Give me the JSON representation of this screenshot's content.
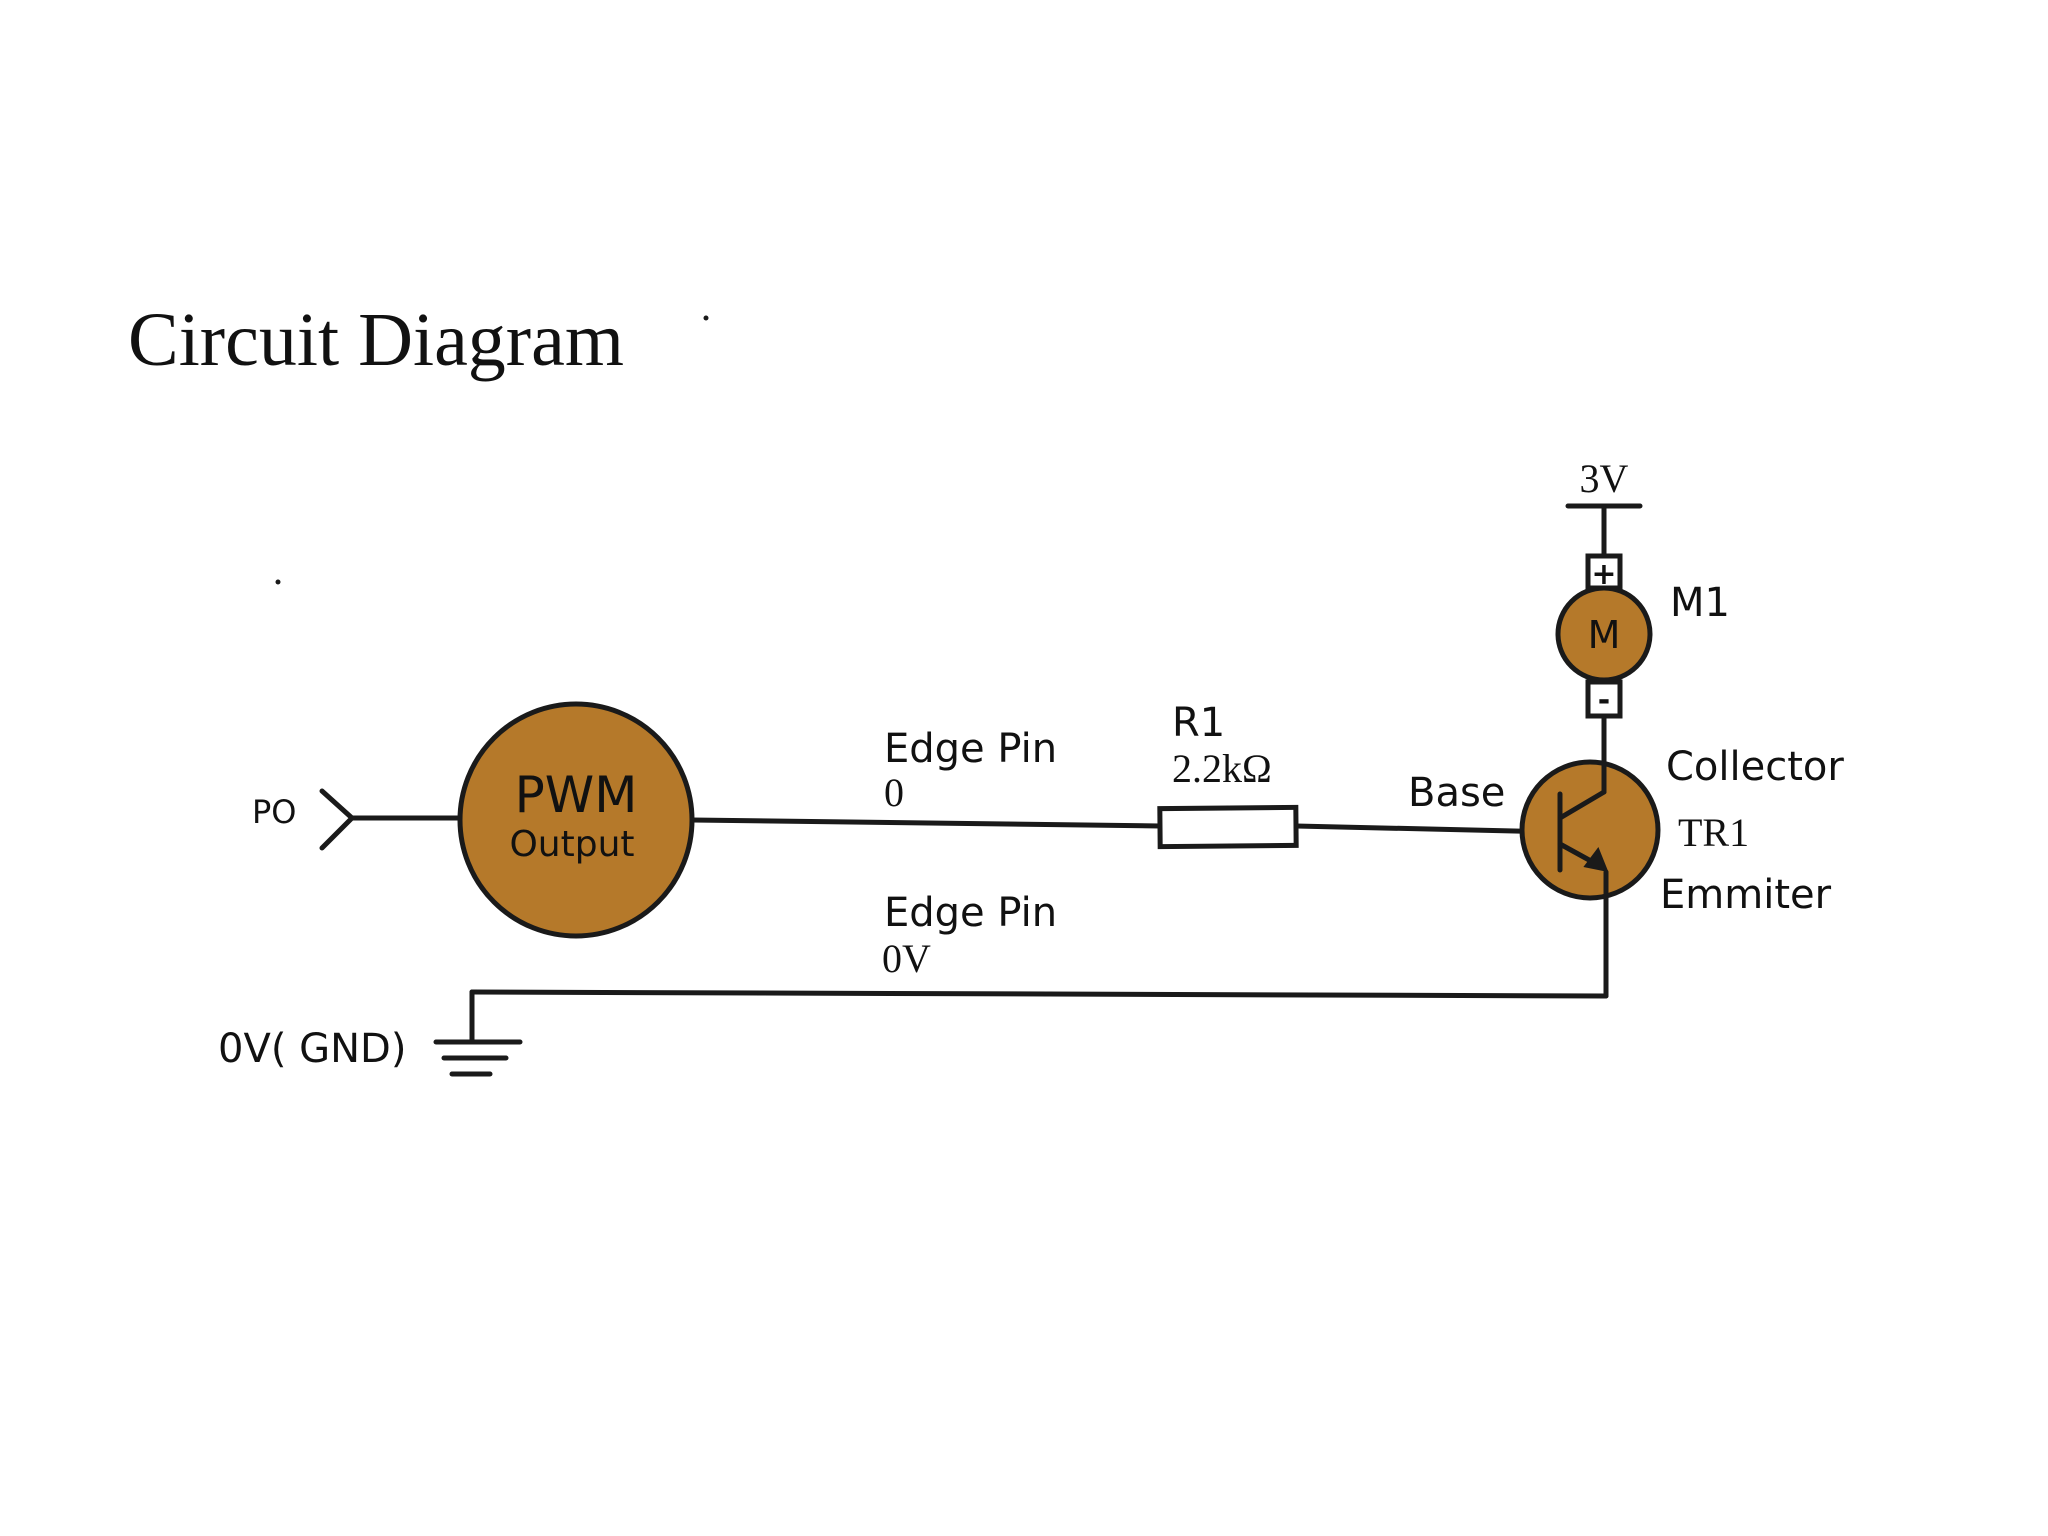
{
  "title": "Circuit Diagram",
  "colors": {
    "component_fill": "#b5792a",
    "line": "#1a1a1a",
    "background": "#ffffff"
  },
  "pwm": {
    "line1": "PWM",
    "line2": "Output"
  },
  "input_label": "PO",
  "wire_labels": {
    "top_edge_pin": "Edge Pin",
    "top_edge_pin_number": "0",
    "bottom_edge_pin": "Edge Pin",
    "bottom_edge_pin_number": "0V"
  },
  "resistor": {
    "name": "R1",
    "value": "2.2kΩ"
  },
  "transistor": {
    "name": "TR1",
    "base": "Base",
    "collector": "Collector",
    "emitter": "Emmiter"
  },
  "motor": {
    "name": "M1",
    "symbol": "M",
    "plus": "+",
    "minus": "-"
  },
  "supply_label": "3V",
  "ground_label": "0V( GND)"
}
